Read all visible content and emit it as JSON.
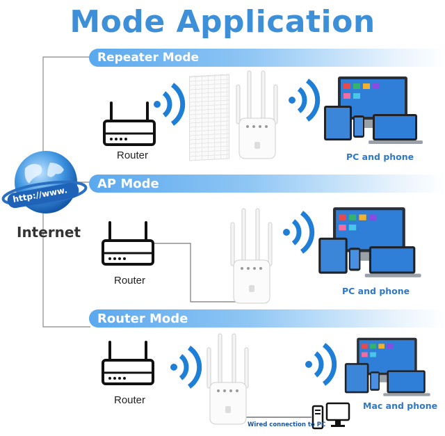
{
  "title": "Mode Application",
  "modes": [
    {
      "name": "Repeater Mode",
      "router_label": "Router",
      "devices_label": "PC and phone"
    },
    {
      "name": "AP Mode",
      "router_label": "Router",
      "devices_label": "PC and phone"
    },
    {
      "name": "Router Mode",
      "router_label": "Router",
      "devices_label": "Mac and phone",
      "wired_label": "Wired connection to PC"
    }
  ],
  "globe": {
    "url_text": "http://www.",
    "label": "Internet"
  },
  "colors": {
    "accent": "#3d8fd8",
    "band_start": "#5aa8ee",
    "wifi": "#1f7fd6",
    "label_blue": "#2f78c4"
  }
}
